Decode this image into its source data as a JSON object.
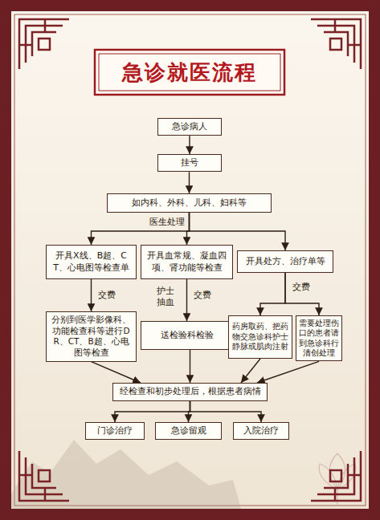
{
  "diagram": {
    "title": "急诊就医流程",
    "nodes": [
      {
        "text": [
          "急诊病人"
        ]
      },
      {
        "text": [
          "挂号"
        ]
      },
      {
        "text": [
          "如内科、外科、儿科、妇科等"
        ]
      },
      {
        "text": [
          "开具X线、B超、CT、心电图等检查单"
        ]
      },
      {
        "text": [
          "开具血常规、凝血四项、肾功能等检查"
        ]
      },
      {
        "text": [
          "开具处方、治疗单等"
        ]
      },
      {
        "text": [
          "分别到医学影像科、功能检查科等进行DR、CT、B超、心电图等检查"
        ]
      },
      {
        "text": [
          "送检验科检验"
        ]
      },
      {
        "text": [
          "药房取药、把药物交急诊科护士静脉或肌肉注射"
        ]
      },
      {
        "text": [
          "需要处理伤口的患者请到急诊科行清创处理"
        ]
      },
      {
        "text": [
          "经检查和初步处理后，根据患者病情"
        ]
      },
      {
        "text": [
          "门诊治疗"
        ]
      },
      {
        "text": [
          "急诊留观"
        ]
      },
      {
        "text": [
          "入院治疗"
        ]
      }
    ],
    "edges": [
      {
        "from": 0,
        "to": 1,
        "arrow": "to"
      },
      {
        "from": 1,
        "to": 2,
        "arrow": "to"
      },
      {
        "from": 2,
        "to": 3,
        "arrow": "to"
      },
      {
        "from": 2,
        "to": 4,
        "label": "医生处理",
        "arrow": "to"
      },
      {
        "from": 2,
        "to": 5,
        "arrow": "to"
      },
      {
        "from": 3,
        "to": 6,
        "label": "交费",
        "arrow": "to"
      },
      {
        "from": 4,
        "to": 7,
        "label": "交费",
        "arrow": "to"
      },
      {
        "from": 5,
        "to": 8,
        "label": "交费",
        "arrow": "to"
      },
      {
        "from": 5,
        "to": 9,
        "arrow": "to"
      },
      {
        "from": 6,
        "to": 10,
        "arrow": "to"
      },
      {
        "from": 7,
        "to": 10,
        "arrow": "to"
      },
      {
        "from": 8,
        "to": 10,
        "arrow": "to"
      },
      {
        "from": 9,
        "to": 10,
        "arrow": "to"
      },
      {
        "from": 10,
        "to": 11,
        "arrow": "to"
      },
      {
        "from": 10,
        "to": 12,
        "arrow": "to"
      },
      {
        "from": 10,
        "to": 13,
        "arrow": "to"
      }
    ],
    "labels": [
      "护士抽血"
    ]
  }
}
